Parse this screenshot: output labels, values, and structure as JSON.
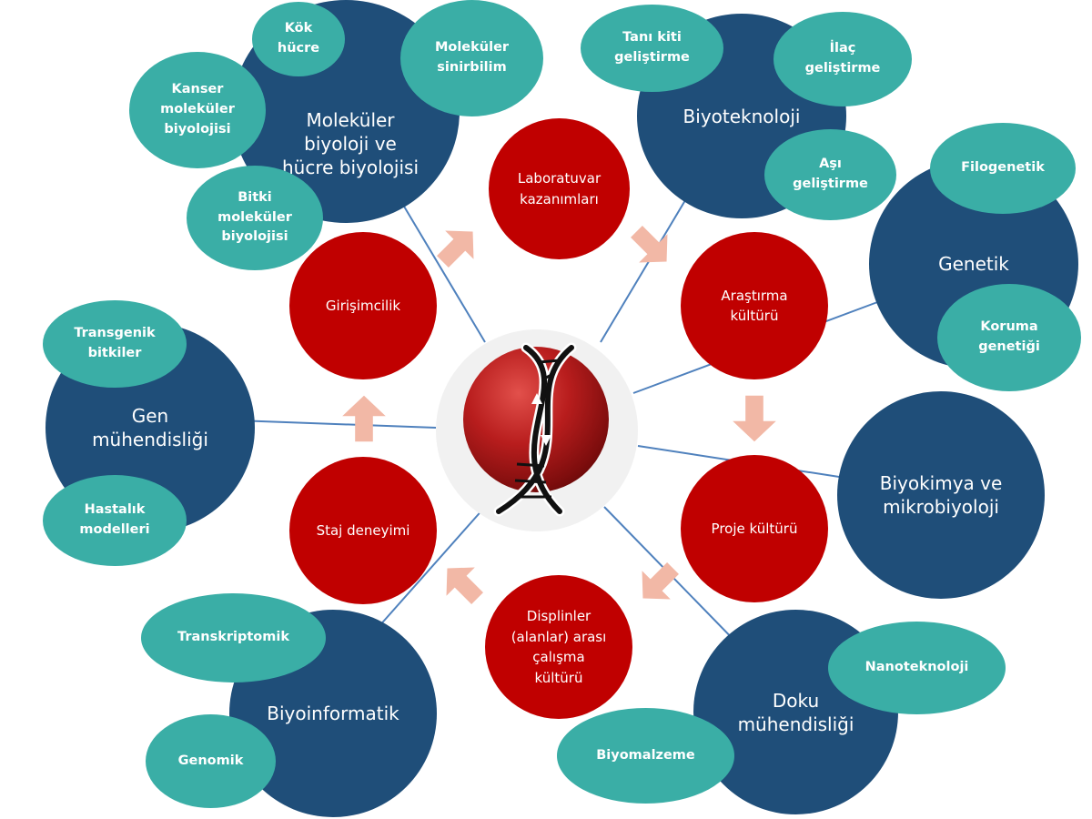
{
  "center": {
    "icon": "dna-helix-icon"
  },
  "colors": {
    "navy": "#1f4e79",
    "teal": "#3aaea6",
    "red": "#c00000",
    "arrow": "#f2b8a6",
    "line": "#4f81bd"
  },
  "main_topics": [
    {
      "id": "molecular-cell-biology",
      "label": "Moleküler\nbiyoloji ve\nhücre biyolojisi"
    },
    {
      "id": "biotechnology",
      "label": "Biyoteknoloji"
    },
    {
      "id": "genetics",
      "label": "Genetik"
    },
    {
      "id": "biochem-microbio",
      "label": "Biyokimya ve\nmikrobiyoloji"
    },
    {
      "id": "tissue-engineering",
      "label": "Doku\nmühendisliği"
    },
    {
      "id": "bioinformatics",
      "label": "Biyoinformatik"
    },
    {
      "id": "gene-engineering",
      "label": "Gen\nmühendisliği"
    }
  ],
  "sub_topics": [
    {
      "id": "stem-cell",
      "label": "Kök\nhücre"
    },
    {
      "id": "molecular-neuroscience",
      "label": "Moleküler\nsinirbilim"
    },
    {
      "id": "cancer-molecular-biology",
      "label": "Kanser\nmoleküler\nbiyolojisi"
    },
    {
      "id": "plant-molecular-biology",
      "label": "Bitki\nmoleküler\nbiyolojisi"
    },
    {
      "id": "diagnostic-kit",
      "label": "Tanı kiti\ngeliştirme"
    },
    {
      "id": "drug-development",
      "label": "İlaç\ngeliştirme"
    },
    {
      "id": "vaccine-development",
      "label": "Aşı\ngeliştirme"
    },
    {
      "id": "phylogenetics",
      "label": "Filogenetik"
    },
    {
      "id": "conservation-genetics",
      "label": "Koruma\ngenetiği"
    },
    {
      "id": "nanotechnology",
      "label": "Nanoteknoloji"
    },
    {
      "id": "biomaterial",
      "label": "Biyomalzeme"
    },
    {
      "id": "transcriptomics",
      "label": "Transkriptomik"
    },
    {
      "id": "genomics",
      "label": "Genomik"
    },
    {
      "id": "transgenic-plants",
      "label": "Transgenik\nbitkiler"
    },
    {
      "id": "disease-models",
      "label": "Hastalık\nmodelleri"
    }
  ],
  "gains": [
    {
      "id": "laboratory-gains",
      "label": "Laboratuvar\nkazanımları"
    },
    {
      "id": "research-culture",
      "label": "Araştırma\nkültürü"
    },
    {
      "id": "project-culture",
      "label": "Proje kültürü"
    },
    {
      "id": "interdisciplinary-culture",
      "label": "Displinler\n(alanlar) arası\nçalışma\nkültürü"
    },
    {
      "id": "internship-experience",
      "label": "Staj deneyimi"
    },
    {
      "id": "entrepreneurship",
      "label": "Girişimcilik"
    }
  ]
}
